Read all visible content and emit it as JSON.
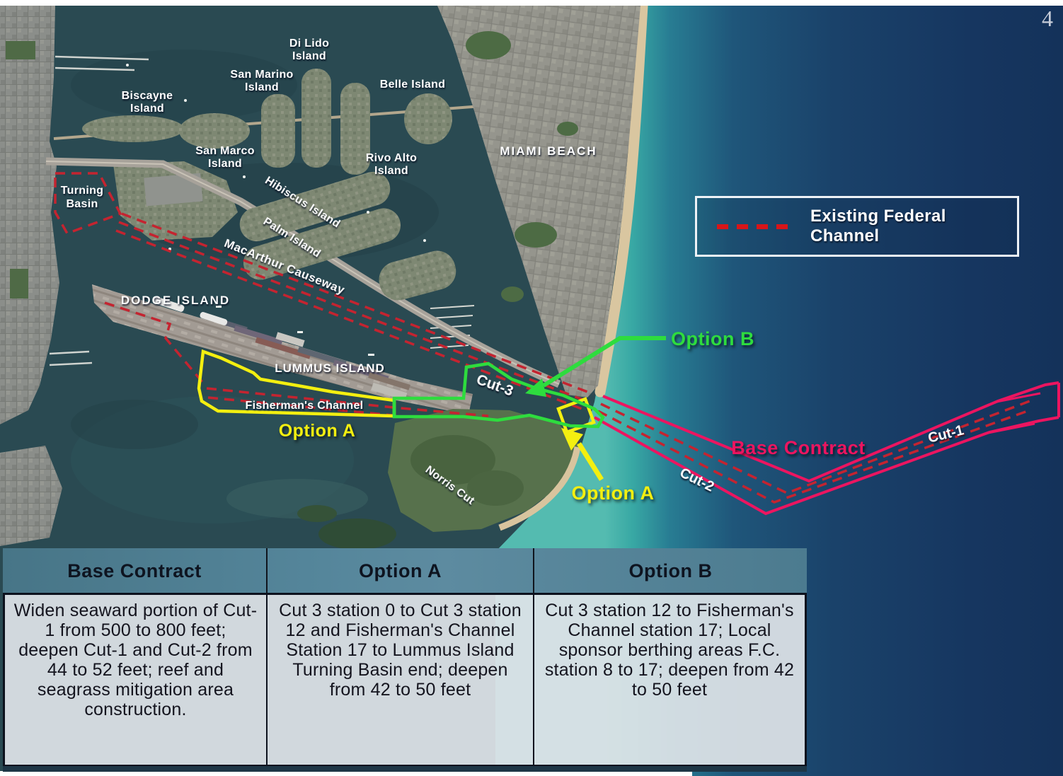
{
  "page_number": "4",
  "legend": {
    "label": "Existing Federal Channel"
  },
  "colors": {
    "existing_channel_dash": "#c42430",
    "legend_dash": "#d81519",
    "option_a": "#f3ef10",
    "option_b": "#2edc3e",
    "base_contract": "#ec1560"
  },
  "map": {
    "labels": {
      "turning_basin": {
        "l1": "Turning",
        "l2": "Basin"
      },
      "biscayne": {
        "l1": "Biscayne",
        "l2": "Island"
      },
      "san_marco": {
        "l1": "San Marco",
        "l2": "Island"
      },
      "san_marino": {
        "l1": "San Marino",
        "l2": "Island"
      },
      "di_lido": {
        "l1": "Di Lido",
        "l2": "Island"
      },
      "rivo_alto": {
        "l1": "Rivo Alto",
        "l2": "Island"
      },
      "belle": "Belle Island",
      "miami_beach": "MIAMI BEACH",
      "hibiscus": "Hibiscus Island",
      "palm": "Palm Island",
      "macarthur": "MacArthur Causeway",
      "dodge": "DODGE ISLAND",
      "lummus": "LUMMUS ISLAND",
      "fishermans": "Fisherman's Channel",
      "norris": "Norris Cut"
    },
    "cuts": {
      "cut1": "Cut-1",
      "cut2": "Cut-2",
      "cut3": "Cut-3"
    },
    "annotations": {
      "option_a": "Option A",
      "option_b": "Option B",
      "base_contract": "Base Contract"
    }
  },
  "table": {
    "columns": [
      {
        "header": "Base Contract",
        "body": "Widen seaward portion of Cut-1 from 500 to 800 feet; deepen Cut-1 and Cut-2 from 44 to 52 feet; reef and seagrass mitigation area construction."
      },
      {
        "header": "Option A",
        "body": "Cut 3 station 0 to Cut 3 station 12 and Fisherman's Channel Station 17 to Lummus Island Turning Basin end; deepen from 42 to 50 feet"
      },
      {
        "header": "Option B",
        "body": "Cut 3 station 12 to Fisherman's Channel station 17; Local sponsor berthing areas F.C. station 8 to 17; deepen from 42 to 50 feet"
      }
    ]
  }
}
